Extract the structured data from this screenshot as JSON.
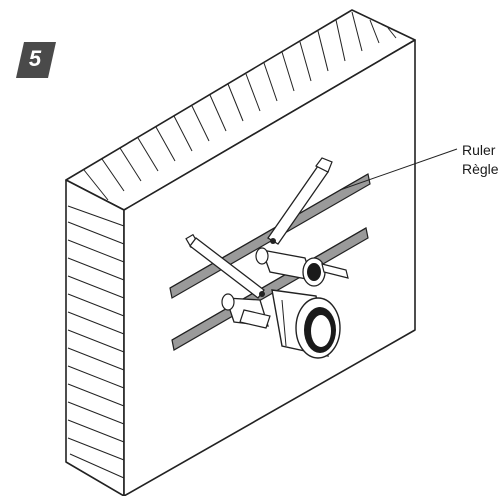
{
  "step": {
    "number": "5",
    "badge_color": "#4a4a4a"
  },
  "labels": {
    "ruler_en": "Ruler",
    "ruler_fr": "Règle"
  },
  "colors": {
    "line": "#222222",
    "ruler_fill": "#9a9a9a",
    "pipe_ring": "#1a1a1a",
    "background": "#ffffff"
  }
}
